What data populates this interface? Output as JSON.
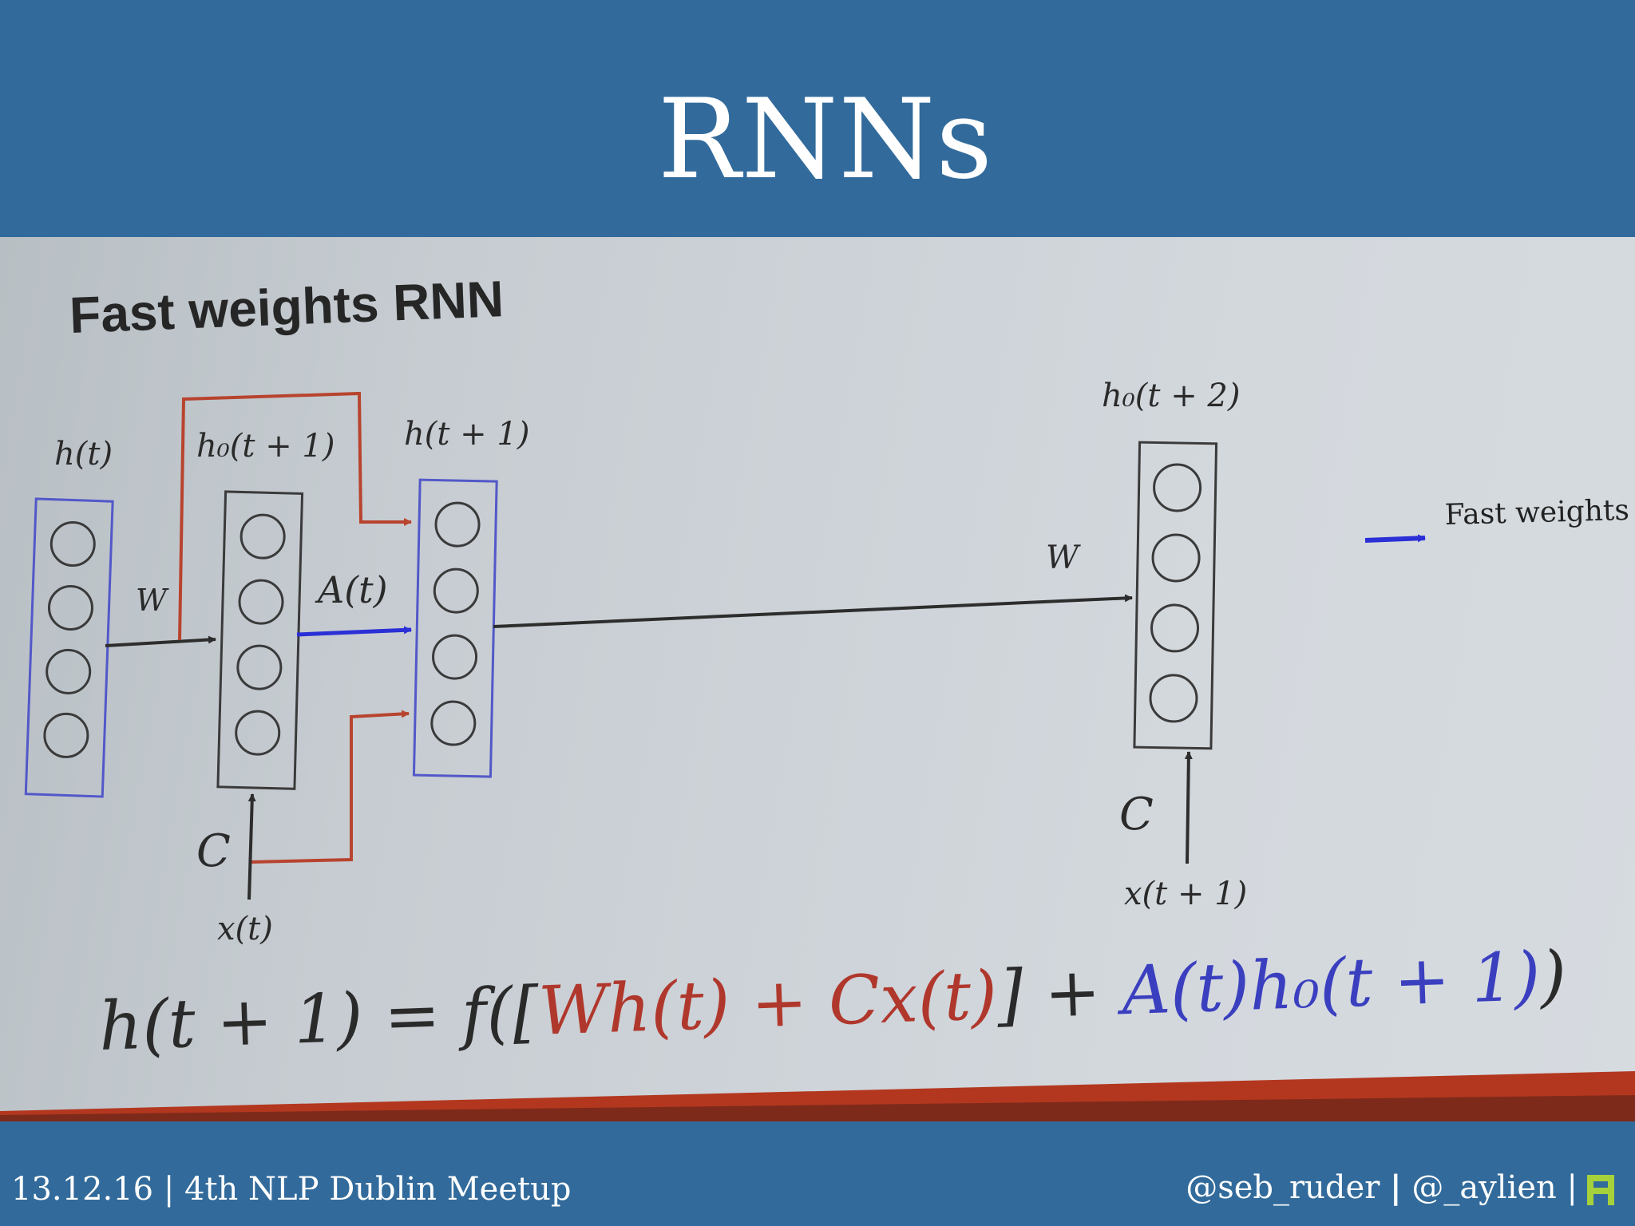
{
  "slide": {
    "title": "RNNs"
  },
  "diagram": {
    "heading": "Fast weights RNN",
    "labels": {
      "h_t": "h(t)",
      "h0_t1": "h₀(t + 1)",
      "h_t1": "h(t + 1)",
      "h0_t2": "h₀(t + 2)",
      "W_left": "W",
      "W_right": "W",
      "A_t": "A(t)",
      "C_left": "C",
      "C_right": "C",
      "x_t": "x(t)",
      "x_t1": "x(t + 1)"
    },
    "legend": {
      "label": "Fast weights",
      "arrow_color": "#2b2fd6"
    },
    "equation": {
      "lhs": "h(t + 1) = f([",
      "red_part": "Wh(t) + Cx(t)",
      "mid": "] + ",
      "blue_part": "A(t)h₀(t + 1)",
      "end": ")"
    },
    "colors": {
      "blue_box": "#5258c8",
      "red_arrow": "#b8432e",
      "blue_arrow": "#2b2fd6",
      "black_arrow": "#2d2d2d",
      "eq_red": "#b0372c",
      "eq_blue": "#3a3fbf"
    }
  },
  "footer": {
    "left": "13.12.16 | 4th NLP Dublin Meetup",
    "handle1": "@seb_ruder",
    "sep1": "|",
    "handle2": "@_aylien",
    "sep2": "|",
    "logo_icon": "aylien-logo-icon"
  }
}
